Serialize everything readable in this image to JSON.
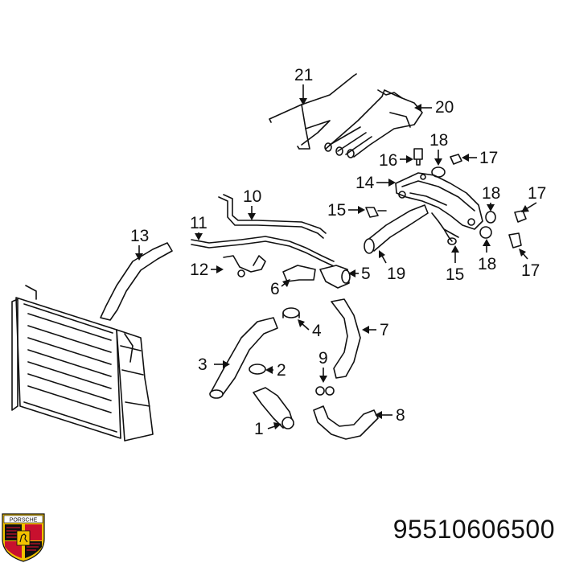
{
  "callouts": [
    "21",
    "20",
    "18",
    "16",
    "17",
    "14",
    "18",
    "17",
    "10",
    "11",
    "15",
    "13",
    "12",
    "6",
    "5",
    "19",
    "15",
    "18",
    "17",
    "4",
    "7",
    "3",
    "2",
    "9",
    "8",
    "1"
  ],
  "part_number": "95510606500",
  "logo": {
    "name": "porsche-crest",
    "text": "PORSCHE",
    "colors": [
      "#c8102e",
      "#f2c200",
      "#111111"
    ]
  }
}
